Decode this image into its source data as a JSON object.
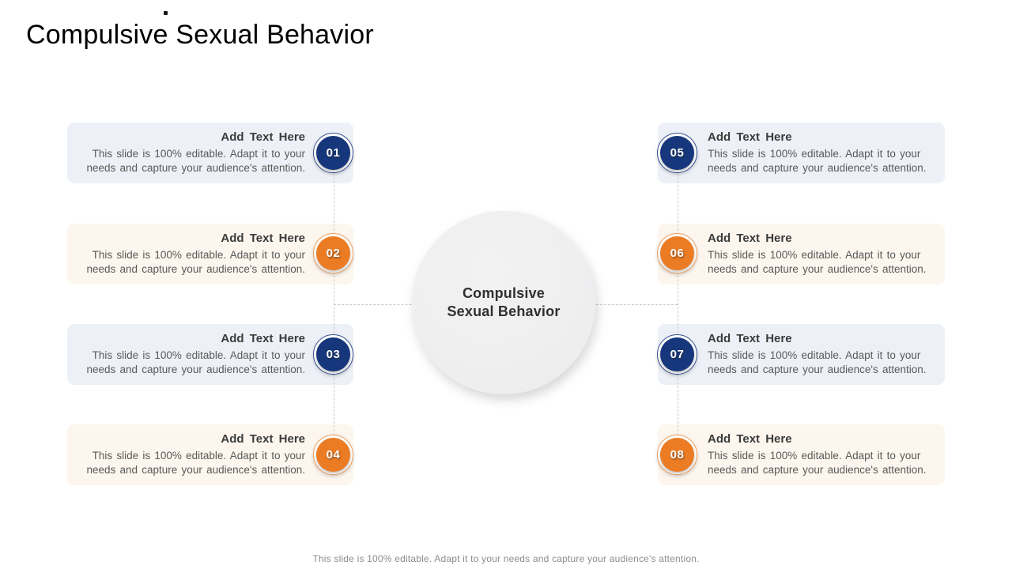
{
  "slide": {
    "title": "Compulsive Sexual Behavior",
    "footer": "This slide is 100% editable. Adapt it to your needs and capture your audience's attention.",
    "hub": {
      "label": "Compulsive\nSexual Behavior"
    }
  },
  "items": [
    {
      "number": "01",
      "heading": "Add Text Here",
      "body": "This slide is 100% editable. Adapt it to your\nneeds and capture your audience's attention.",
      "accent": "navy",
      "side": "left"
    },
    {
      "number": "02",
      "heading": "Add Text Here",
      "body": "This slide is 100% editable. Adapt it to your\nneeds and capture your audience's attention.",
      "accent": "orange",
      "side": "left"
    },
    {
      "number": "03",
      "heading": "Add Text Here",
      "body": "This slide is 100% editable. Adapt it to your\nneeds and capture your audience's attention.",
      "accent": "navy",
      "side": "left"
    },
    {
      "number": "04",
      "heading": "Add Text Here",
      "body": "This slide is 100% editable. Adapt it to your\nneeds and capture your audience's attention.",
      "accent": "orange",
      "side": "left"
    },
    {
      "number": "05",
      "heading": "Add Text Here",
      "body": "This slide is 100% editable. Adapt it to your\nneeds and capture your audience's attention.",
      "accent": "navy",
      "side": "right"
    },
    {
      "number": "06",
      "heading": "Add Text Here",
      "body": "This slide is 100% editable. Adapt it to your\nneeds and capture your audience's attention.",
      "accent": "orange",
      "side": "right"
    },
    {
      "number": "07",
      "heading": "Add Text Here",
      "body": "This slide is 100% editable. Adapt it to your\nneeds and capture your audience's attention.",
      "accent": "navy",
      "side": "right"
    },
    {
      "number": "08",
      "heading": "Add Text Here",
      "body": "This slide is 100% editable. Adapt it to your\nneeds and capture your audience's attention.",
      "accent": "orange",
      "side": "right"
    }
  ],
  "colors": {
    "navy": "#17377c",
    "orange": "#ec7c24",
    "card_blue": "#edf1f7",
    "card_cream": "#fdf6ee",
    "connector": "#c9c9c9"
  }
}
